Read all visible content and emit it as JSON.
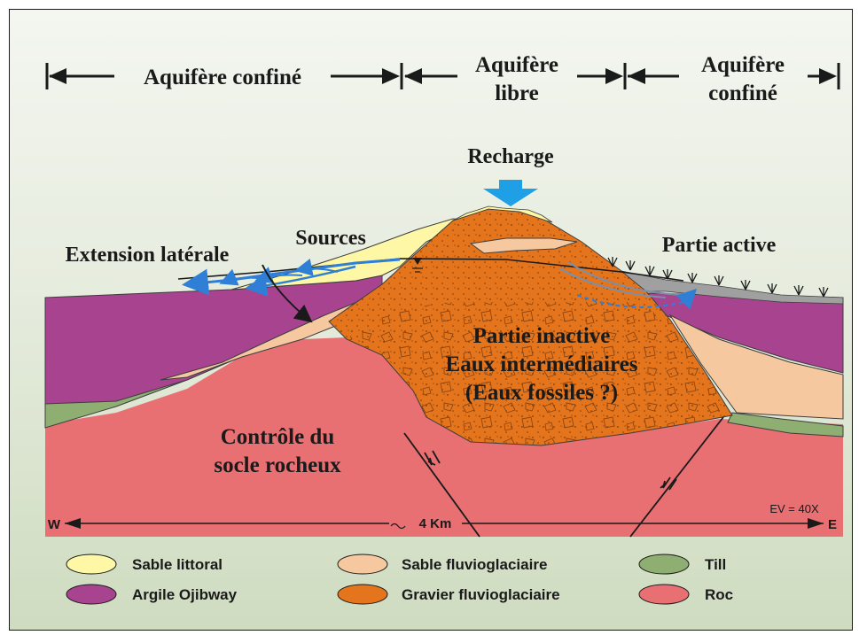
{
  "header": {
    "left": "Aquifère confiné",
    "middle_1": "Aquifère",
    "middle_2": "libre",
    "right_1": "Aquifère",
    "right_2": "confiné"
  },
  "labels": {
    "recharge": "Recharge",
    "sources": "Sources",
    "extension": "Extension latérale",
    "active": "Partie active",
    "inactive_1": "Partie inactive",
    "inactive_2": "Eaux intermédiaires",
    "inactive_3": "(Eaux fossiles ?)",
    "control_1": "Contrôle du",
    "control_2": "socle rocheux"
  },
  "scale": {
    "west": "W",
    "east": "E",
    "distance": "4 Km",
    "exaggeration": "EV = 40X"
  },
  "legend": [
    {
      "label": "Sable littoral",
      "color": "#fdf7a6"
    },
    {
      "label": "Sable fluvioglaciaire",
      "color": "#f6c8a0"
    },
    {
      "label": "Till",
      "color": "#8fae72"
    },
    {
      "label": "Argile Ojibway",
      "color": "#a8438f"
    },
    {
      "label": "Gravier fluvioglaciaire",
      "color": "#e5751d"
    },
    {
      "label": "Roc",
      "color": "#e86f72"
    }
  ],
  "colors": {
    "flow_arrow": "#2f7fd6",
    "recharge_arrow": "#1fa0e6",
    "vegetation_strip": "#a0a0a0"
  }
}
